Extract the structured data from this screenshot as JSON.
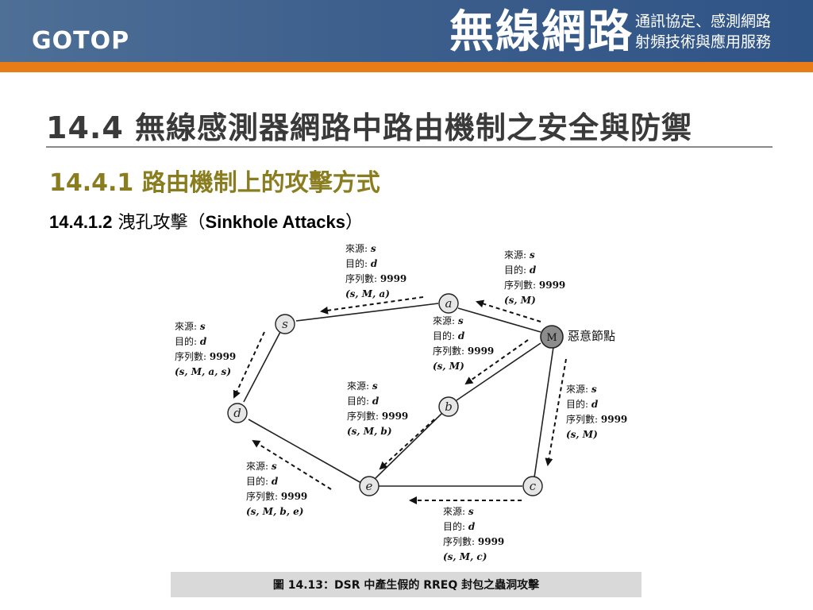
{
  "header": {
    "logo": "GOTOP",
    "brand": "無線網路",
    "subtitle_line1": "通訊協定、感測網路",
    "subtitle_line2": "射頻技術與應用服務"
  },
  "title": "14.4  無線感測器網路中路由機制之安全與防禦",
  "section": "14.4.1  路由機制上的攻擊方式",
  "subsection": {
    "number": "14.4.1.2",
    "title_zh": "洩孔攻擊（",
    "title_en": "Sinkhole Attacks",
    "close": "）"
  },
  "diagram": {
    "nodes": {
      "s": "s",
      "a": "a",
      "M": "M",
      "b": "b",
      "c": "c",
      "d": "d",
      "e": "e"
    },
    "malicious_label": "惡意節點",
    "labels": {
      "top_s": {
        "src": "來源:",
        "src_v": "s",
        "dst": "目的:",
        "dst_v": "d",
        "seq": "序列數:",
        "seq_v": "9999",
        "path": "(s, M, a)"
      },
      "top_right": {
        "src": "來源:",
        "src_v": "s",
        "dst": "目的:",
        "dst_v": "d",
        "seq": "序列數:",
        "seq_v": "9999",
        "path": "(s, M)"
      },
      "left": {
        "src": "來源:",
        "src_v": "s",
        "dst": "目的:",
        "dst_v": "d",
        "seq": "序列數:",
        "seq_v": "9999",
        "path": "(s, M, a, s)"
      },
      "mid_a": {
        "src": "來源:",
        "src_v": "s",
        "dst": "目的:",
        "dst_v": "d",
        "seq": "序列數:",
        "seq_v": "9999",
        "path": "(s, M)"
      },
      "mid_b": {
        "src": "來源:",
        "src_v": "s",
        "dst": "目的:",
        "dst_v": "d",
        "seq": "序列數:",
        "seq_v": "9999",
        "path": "(s, M, b)"
      },
      "right_c": {
        "src": "來源:",
        "src_v": "s",
        "dst": "目的:",
        "dst_v": "d",
        "seq": "序列數:",
        "seq_v": "9999",
        "path": "(s, M)"
      },
      "bottom_e": {
        "src": "來源:",
        "src_v": "s",
        "dst": "目的:",
        "dst_v": "d",
        "seq": "序列數:",
        "seq_v": "9999",
        "path": "(s, M, b, e)"
      },
      "bottom_c": {
        "src": "來源:",
        "src_v": "s",
        "dst": "目的:",
        "dst_v": "d",
        "seq": "序列數:",
        "seq_v": "9999",
        "path": "(s, M, c)"
      }
    }
  },
  "caption": "圖 14.13：DSR 中產生假的 RREQ 封包之蟲洞攻擊",
  "colors": {
    "header_blue": "#3d5f8c",
    "accent_orange": "#e87d18",
    "section_olive": "#8a7d1f"
  }
}
